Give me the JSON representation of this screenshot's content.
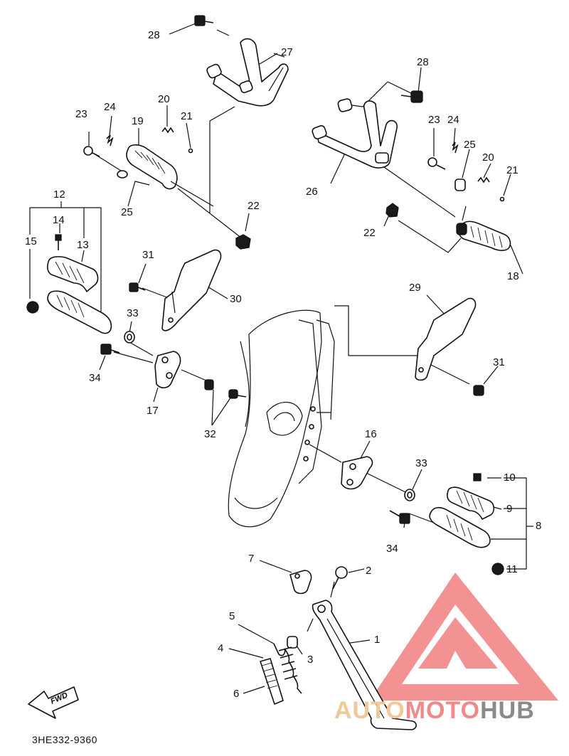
{
  "diagram": {
    "part_number_code": "3HE332-9360",
    "direction_label": "FWD",
    "callouts": [
      "1",
      "2",
      "3",
      "4",
      "5",
      "6",
      "7",
      "8",
      "9",
      "10",
      "11",
      "12",
      "13",
      "14",
      "15",
      "16",
      "17",
      "18",
      "19",
      "20",
      "21",
      "22",
      "23",
      "24",
      "25",
      "26",
      "27",
      "28",
      "29",
      "30",
      "31",
      "32",
      "33",
      "34"
    ]
  },
  "watermark": {
    "text_auto": "AUTO",
    "text_moto": "MOTO",
    "text_hub": "HUB",
    "colors": {
      "auto": "#f2c79a",
      "moto": "#f08a8a",
      "hub": "#8a8a8a",
      "triangle": "#f07f7f"
    }
  }
}
